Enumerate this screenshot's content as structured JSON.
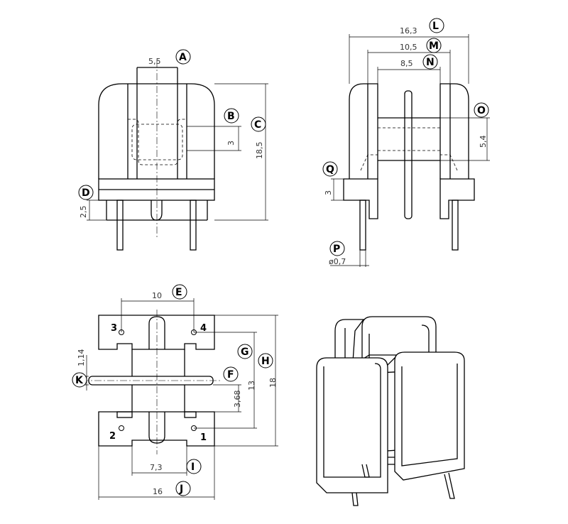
{
  "dimensions": {
    "front_width": "5,5",
    "front_window": "3",
    "front_height": "18,5",
    "front_base": "2,5",
    "side_overall": "16,3",
    "side_mid": "10,5",
    "side_inner": "8,5",
    "side_gap": "5,4",
    "side_base": "3",
    "pin_diameter": "ø0,7",
    "top_pin_pitch": "10",
    "top_flange": "1,14",
    "top_pin_offset": "3,68",
    "top_inner_height": "13",
    "top_overall_height": "18",
    "bottom_inner_width": "7,3",
    "bottom_overall_width": "16"
  },
  "labels": {
    "A": "A",
    "B": "B",
    "C": "C",
    "D": "D",
    "E": "E",
    "F": "F",
    "G": "G",
    "H": "H",
    "I": "I",
    "J": "J",
    "K": "K",
    "L": "L",
    "M": "M",
    "N": "N",
    "O": "O",
    "P": "P",
    "Q": "Q"
  },
  "pins": {
    "p1": "1",
    "p2": "2",
    "p3": "3",
    "p4": "4"
  }
}
